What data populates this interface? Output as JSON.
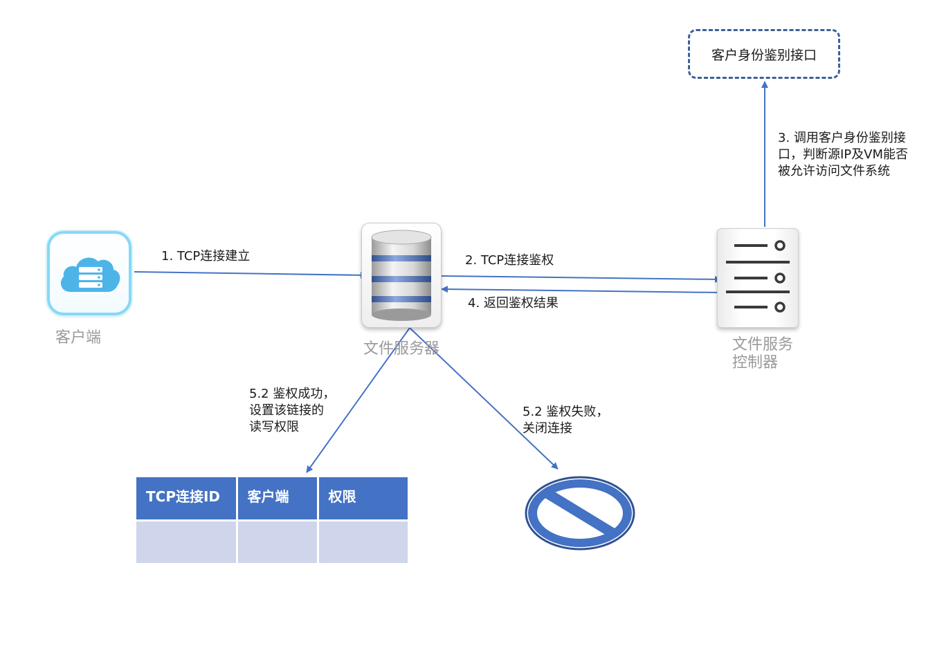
{
  "nodes": {
    "client_caption": "客户端",
    "file_server_caption": "文件服务器",
    "controller_caption": "文件服务\n控制器",
    "auth_interface": "客户身份鉴别接口"
  },
  "steps": {
    "step1": "1. TCP连接建立",
    "step2": "2. TCP连接鉴权",
    "step3": "3. 调用客户身份鉴别接\n口，判断源IP及VM能否\n被允许访问文件系统",
    "step4": "4. 返回鉴权结果",
    "step5_success": "5.2 鉴权成功，\n设置该链接的\n读写权限",
    "step5_fail": "5.2 鉴权失败，\n关闭连接"
  },
  "table": {
    "headers": [
      "TCP连接ID",
      "客户端",
      "权限"
    ]
  },
  "colors": {
    "arrow": "#4472c4",
    "table_header": "#4472c4",
    "table_cell": "#cfd5ea",
    "dashed_border": "#3e5f9b",
    "client_icon": "#4db4e8",
    "forbidden": "#4472c4",
    "forbidden_outline": "#2f528f"
  },
  "icons": [
    "cloud-server-icon",
    "database-server-icon",
    "controller-server-icon",
    "forbidden-icon"
  ]
}
